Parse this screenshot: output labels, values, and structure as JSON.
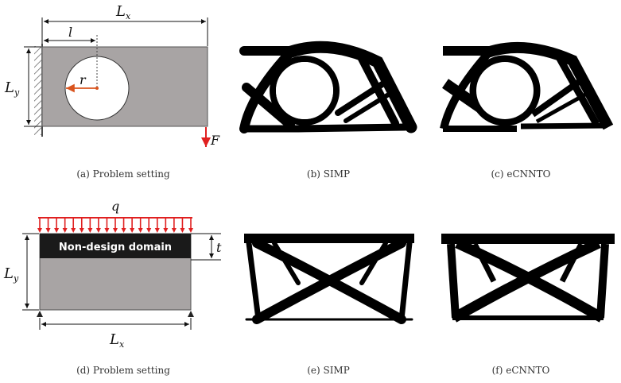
{
  "figure": {
    "row1": {
      "a": {
        "caption": "(a) Problem setting",
        "labels": {
          "Lx_main": "L",
          "Lx_sub": "x",
          "l": "l",
          "Ly_main": "L",
          "Ly_sub": "y",
          "r": "r",
          "F": "F"
        }
      },
      "b": {
        "caption": "(b) SIMP"
      },
      "c": {
        "caption": "(c) eCNNTO"
      }
    },
    "row2": {
      "d": {
        "caption": "(d) Problem setting",
        "labels": {
          "q": "q",
          "non_design": "Non-design domain",
          "t": "t",
          "Ly_main": "L",
          "Ly_sub": "y",
          "Lx_main": "L",
          "Lx_sub": "x"
        }
      },
      "e": {
        "caption": "(e) SIMP"
      },
      "f": {
        "caption": "(f) eCNNTO"
      }
    }
  },
  "colors": {
    "domain_gray": "#a8a4a4",
    "load_red": "#e02020",
    "radius_orange": "#d9541e",
    "material_black": "#000000"
  }
}
